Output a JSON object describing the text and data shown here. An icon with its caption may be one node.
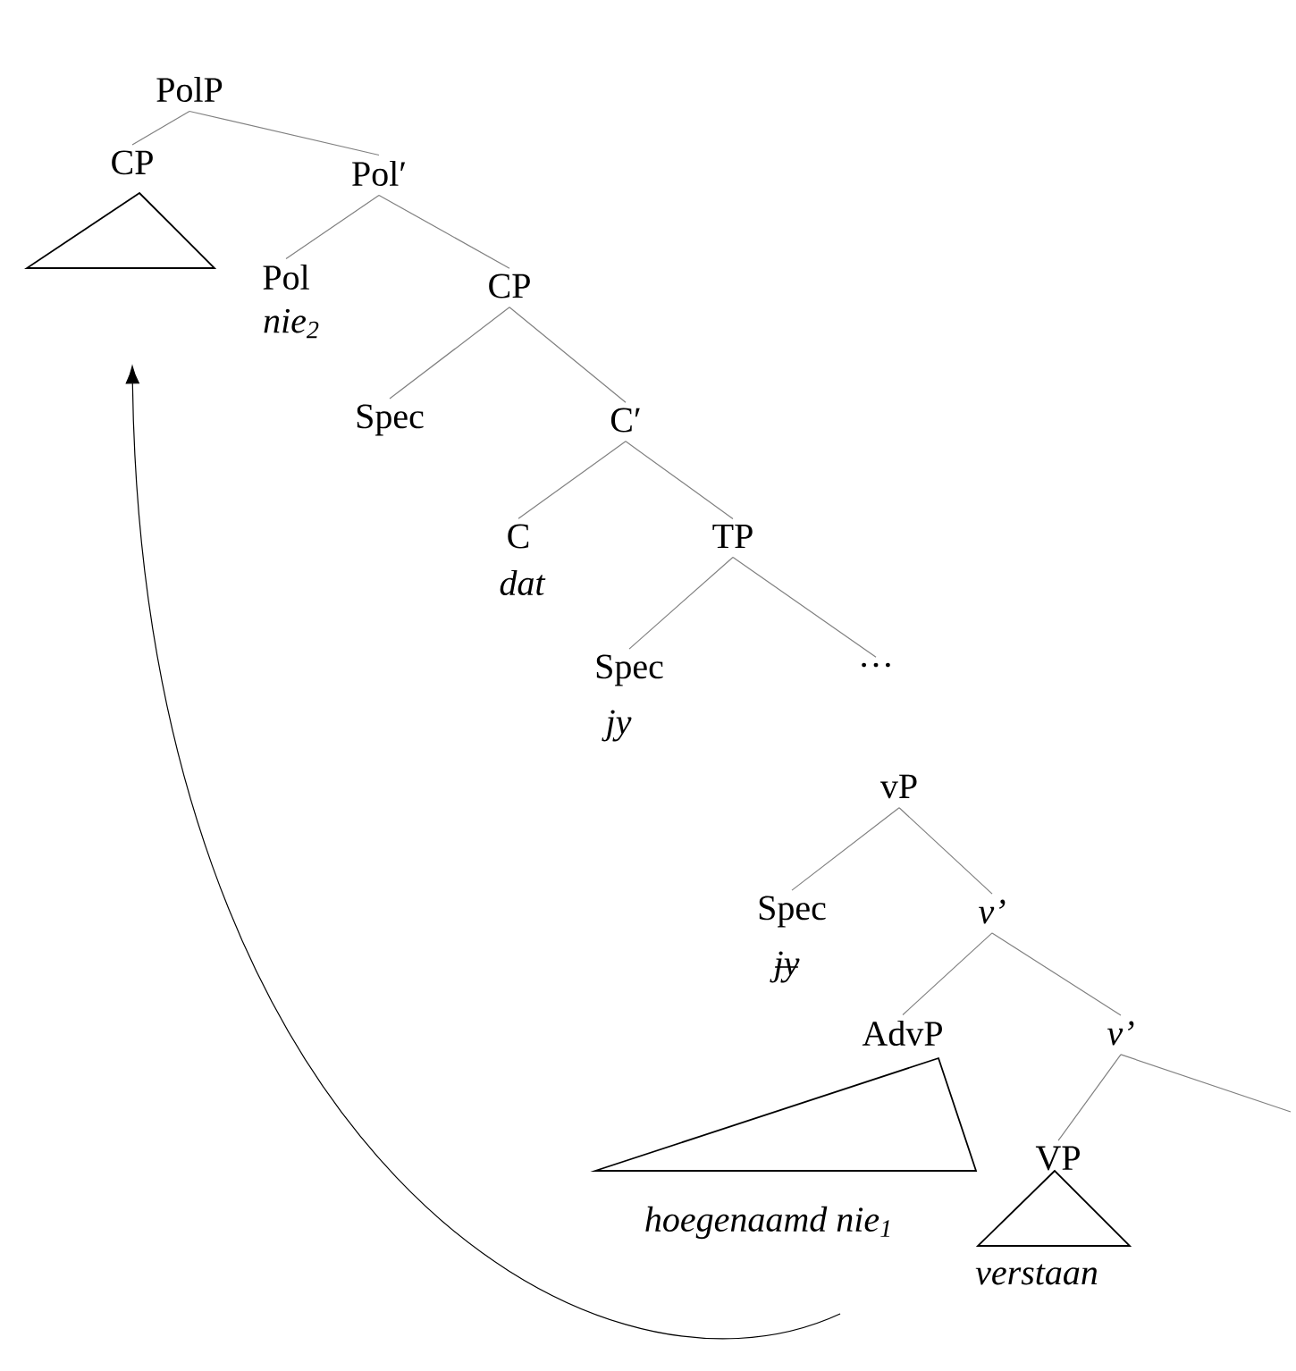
{
  "diagram": {
    "nodes": [
      {
        "text": [
          "PolP"
        ]
      },
      {
        "text": [
          "CP"
        ]
      },
      {
        "text": [
          "Pol′"
        ]
      },
      {
        "text": [
          "Pol",
          "nie$_{2}$"
        ]
      },
      {
        "text": [
          "CP"
        ]
      },
      {
        "text": [
          "Spec"
        ]
      },
      {
        "text": [
          "C′"
        ]
      },
      {
        "text": [
          "C",
          "dat"
        ]
      },
      {
        "text": [
          "TP"
        ]
      },
      {
        "text": [
          "Spec",
          "jy"
        ]
      },
      {
        "text": [
          "…"
        ]
      },
      {
        "text": [
          "vP"
        ]
      },
      {
        "text": [
          "Spec",
          "jy"
        ]
      },
      {
        "text": [
          "v’"
        ]
      },
      {
        "text": [
          "AdvP",
          "hoegenaamd nie$_{1}$"
        ]
      },
      {
        "text": [
          "v’"
        ]
      },
      {
        "text": [
          "VP",
          "verstaan"
        ]
      }
    ],
    "edges": [
      {
        "from": 0,
        "to": 1,
        "arrow": "none"
      },
      {
        "from": 0,
        "to": 2,
        "arrow": "none"
      },
      {
        "from": 2,
        "to": 3,
        "arrow": "none"
      },
      {
        "from": 2,
        "to": 4,
        "arrow": "none"
      },
      {
        "from": 4,
        "to": 5,
        "arrow": "none"
      },
      {
        "from": 4,
        "to": 6,
        "arrow": "none"
      },
      {
        "from": 6,
        "to": 7,
        "arrow": "none"
      },
      {
        "from": 6,
        "to": 8,
        "arrow": "none"
      },
      {
        "from": 8,
        "to": 9,
        "arrow": "none"
      },
      {
        "from": 8,
        "to": 10,
        "arrow": "none"
      },
      {
        "from": 11,
        "to": 12,
        "arrow": "none"
      },
      {
        "from": 11,
        "to": 13,
        "arrow": "none"
      },
      {
        "from": 13,
        "to": 14,
        "arrow": "none"
      },
      {
        "from": 13,
        "to": 15,
        "arrow": "none"
      },
      {
        "from": 15,
        "to": 16,
        "arrow": "none"
      },
      {
        "from": 15,
        "to": null,
        "arrow": "none"
      },
      {
        "from": null,
        "to": 1,
        "arrow": "to",
        "color": "#000000"
      }
    ]
  }
}
